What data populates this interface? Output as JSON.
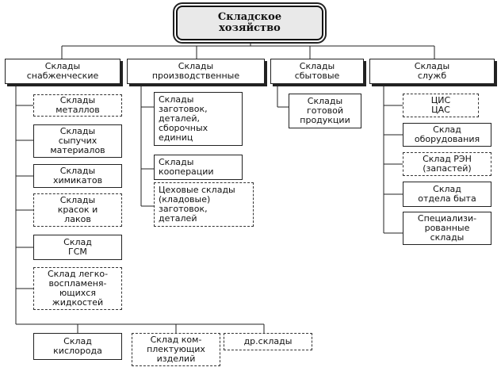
{
  "root": "Складское\nхозяйство",
  "categories": {
    "supply": "Склады\nснабженческие",
    "production": "Склады\nпроизводственные",
    "sales": "Склады\nсбытовые",
    "services": "Склады\nслужб"
  },
  "supply_items": {
    "metals": "Склады\nметаллов",
    "bulk": "Склады\nсыпучих\nматериалов",
    "chemicals": "Склады\nхимикатов",
    "paints": "Склады\nкрасок и\nлаков",
    "fuel": "Склад\nГСМ",
    "flammable": "Склад легко-\nвоспламеня-\nющихся\nжидкостей",
    "oxygen": "Склад\nкислорода",
    "components": "Склад ком-\nплектующих\nизделий",
    "other": "др.склады"
  },
  "production_items": {
    "blanks": "Склады\nзаготовок,\nдеталей,\nсборочных\nединиц",
    "cooperation": "Склады\nкооперации",
    "shop": "Цеховые склады\n(кладовые)\nзаготовок,\nдеталей"
  },
  "sales_items": {
    "finished": "Склады\nготовой\nпродукции"
  },
  "service_items": {
    "tools": "ЦИС\nЦАС",
    "equipment": "Склад\nоборудования",
    "ren": "Склад РЭН\n(запастей)",
    "household": "Склад\nотдела быта",
    "specialized": "Специализи-\nрованные\nсклады"
  }
}
